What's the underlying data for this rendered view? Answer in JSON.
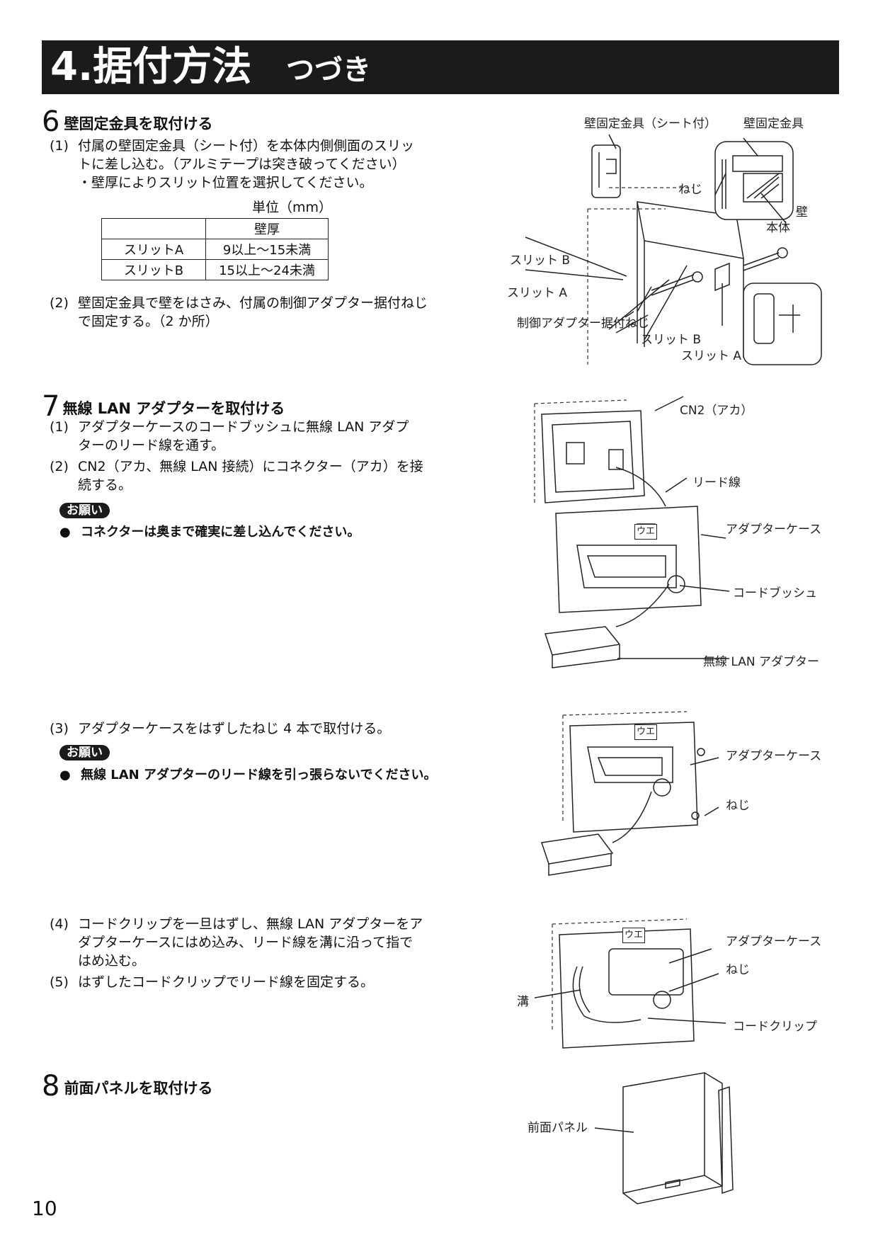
{
  "header": {
    "title": "4.据付方法",
    "subtitle": "つづき"
  },
  "step6": {
    "num": "6",
    "title": "壁固定金具を取付ける",
    "items": [
      {
        "num": "(1)",
        "lines": [
          "付属の壁固定金具（シート付）を本体内側側面のスリッ",
          "トに差し込む。（アルミテープは突き破ってください）",
          "・壁厚によりスリット位置を選択してください。"
        ]
      },
      {
        "num": "(2)",
        "lines": [
          "壁固定金具で壁をはさみ、付属の制御アダプター据付ねじ",
          "で固定する。（2 か所）"
        ]
      }
    ],
    "table": {
      "unit": "単位（mm）",
      "header": [
        "",
        "壁厚"
      ],
      "rows": [
        [
          "スリットA",
          "9以上～15未満"
        ],
        [
          "スリットB",
          "15以上～24未満"
        ]
      ]
    },
    "figure_labels": {
      "bracket_sheet": "壁固定金具（シート付）",
      "bracket": "壁固定金具",
      "screw": "ねじ",
      "wall": "壁",
      "body": "本体",
      "slit_b_left": "スリット B",
      "slit_a_left": "スリット A",
      "adapter_screw": "制御アダプター据付ねじ",
      "slit_b_bottom": "スリット B",
      "slit_a_bottom": "スリット A"
    }
  },
  "step7": {
    "num": "7",
    "title": "無線 LAN アダプターを取付ける",
    "items": [
      {
        "num": "(1)",
        "lines": [
          "アダプターケースのコードブッシュに無線 LAN アダプ",
          "ターのリード線を通す。"
        ]
      },
      {
        "num": "(2)",
        "lines": [
          "CN2（アカ、無線 LAN 接続）にコネクター（アカ）を接",
          "続する。"
        ]
      }
    ],
    "note_badge": "お願い",
    "note": "コネクターは奥まで確実に差し込んでください。",
    "figure_labels": {
      "cn2": "CN2（アカ）",
      "lead": "リード線",
      "case": "アダプターケース",
      "bush": "コードブッシュ",
      "wlan": "無線 LAN アダプター",
      "ue": "ウエ"
    }
  },
  "step7b": {
    "item3": {
      "num": "(3)",
      "lines": [
        "アダプターケースをはずしたねじ 4 本で取付ける。"
      ]
    },
    "note_badge": "お願い",
    "note": "無線 LAN アダプターのリード線を引っ張らないでください。",
    "figure_labels": {
      "case": "アダプターケース",
      "screw": "ねじ",
      "ue": "ウエ"
    }
  },
  "step7c": {
    "items": [
      {
        "num": "(4)",
        "lines": [
          "コードクリップを一旦はずし、無線 LAN アダプターをア",
          "ダプターケースにはめ込み、リード線を溝に沿って指で",
          "はめ込む。"
        ]
      },
      {
        "num": "(5)",
        "lines": [
          "はずしたコードクリップでリード線を固定する。"
        ]
      }
    ],
    "figure_labels": {
      "case": "アダプターケース",
      "screw": "ねじ",
      "groove": "溝",
      "clip": "コードクリップ",
      "ue": "ウエ"
    }
  },
  "step8": {
    "num": "8",
    "title": "前面パネルを取付ける",
    "figure_labels": {
      "panel": "前面パネル"
    }
  },
  "page_number": "10"
}
